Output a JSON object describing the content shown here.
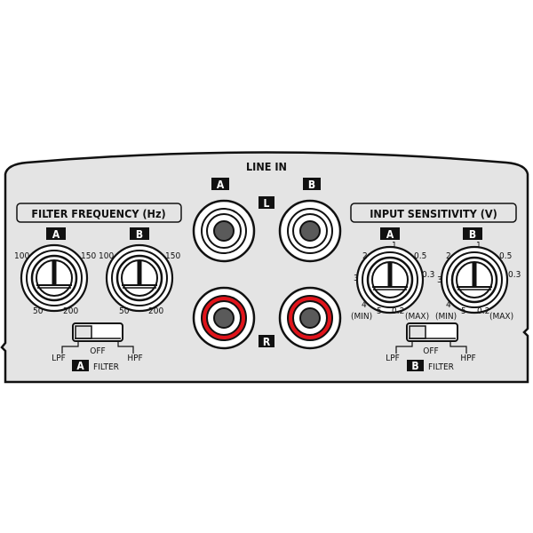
{
  "panel": {
    "title": "LINE IN",
    "colors": {
      "panel": "#e4e4e4",
      "outline": "#111111",
      "rca_white": "#ffffff",
      "rca_red": "#e0141b",
      "center_pin": "#5a5a5a"
    }
  },
  "rca": {
    "channel_a": "A",
    "channel_b": "B",
    "left": "L",
    "right": "R"
  },
  "filter_frequency": {
    "title": "FILTER FREQUENCY (Hz)",
    "knob_a": {
      "badge": "A",
      "ticks": [
        "100",
        "150",
        "50",
        "200"
      ]
    },
    "knob_b": {
      "badge": "B",
      "ticks": [
        "100",
        "150",
        "50",
        "200"
      ]
    }
  },
  "input_sensitivity": {
    "title": "INPUT SENSITIVITY (V)",
    "knob_a": {
      "badge": "A",
      "ticks": [
        "1",
        "2",
        "0.5",
        "3",
        "0.3",
        "4",
        "5",
        "0.2",
        "(MIN)",
        "(MAX)"
      ]
    },
    "knob_b": {
      "badge": "B",
      "ticks": [
        "1",
        "2",
        "0.5",
        "3",
        "0.3",
        "4",
        "5",
        "0.2",
        "(MIN)",
        "(MAX)"
      ]
    }
  },
  "filter_switch_a": {
    "badge": "A",
    "label": "FILTER",
    "options": [
      "LPF",
      "OFF",
      "HPF"
    ],
    "selected": "LPF"
  },
  "filter_switch_b": {
    "badge": "B",
    "label": "FILTER",
    "options": [
      "LPF",
      "OFF",
      "HPF"
    ],
    "selected": "LPF"
  }
}
